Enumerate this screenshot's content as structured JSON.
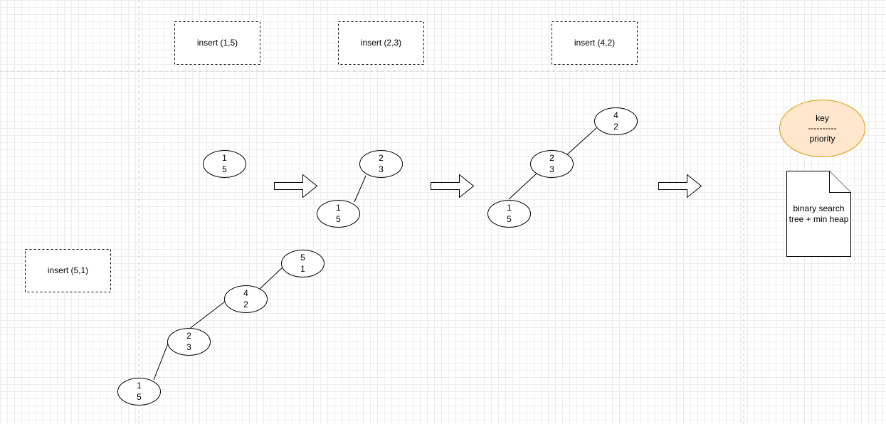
{
  "inserts": [
    {
      "label": "insert (1,5)"
    },
    {
      "label": "insert (2,3)"
    },
    {
      "label": "insert (4,2)"
    },
    {
      "label": "insert (5,1)"
    }
  ],
  "trees": [
    {
      "nodes": [
        {
          "key": "1",
          "priority": "5"
        }
      ],
      "edges": []
    },
    {
      "nodes": [
        {
          "key": "2",
          "priority": "3"
        },
        {
          "key": "1",
          "priority": "5"
        }
      ],
      "edges": [
        [
          0,
          1
        ]
      ]
    },
    {
      "nodes": [
        {
          "key": "4",
          "priority": "2"
        },
        {
          "key": "2",
          "priority": "3"
        },
        {
          "key": "1",
          "priority": "5"
        }
      ],
      "edges": [
        [
          0,
          1
        ],
        [
          1,
          2
        ]
      ]
    },
    {
      "nodes": [
        {
          "key": "5",
          "priority": "1"
        },
        {
          "key": "4",
          "priority": "2"
        },
        {
          "key": "2",
          "priority": "3"
        },
        {
          "key": "1",
          "priority": "5"
        }
      ],
      "edges": [
        [
          0,
          1
        ],
        [
          1,
          2
        ],
        [
          2,
          3
        ]
      ]
    }
  ],
  "legend": {
    "key_label": "key",
    "separator": "----------",
    "priority_label": "priority",
    "fill_color": "#ffe6cc",
    "stroke_color": "#d79b00"
  },
  "note": {
    "line1": "binary search",
    "line2": "tree + min heap"
  }
}
